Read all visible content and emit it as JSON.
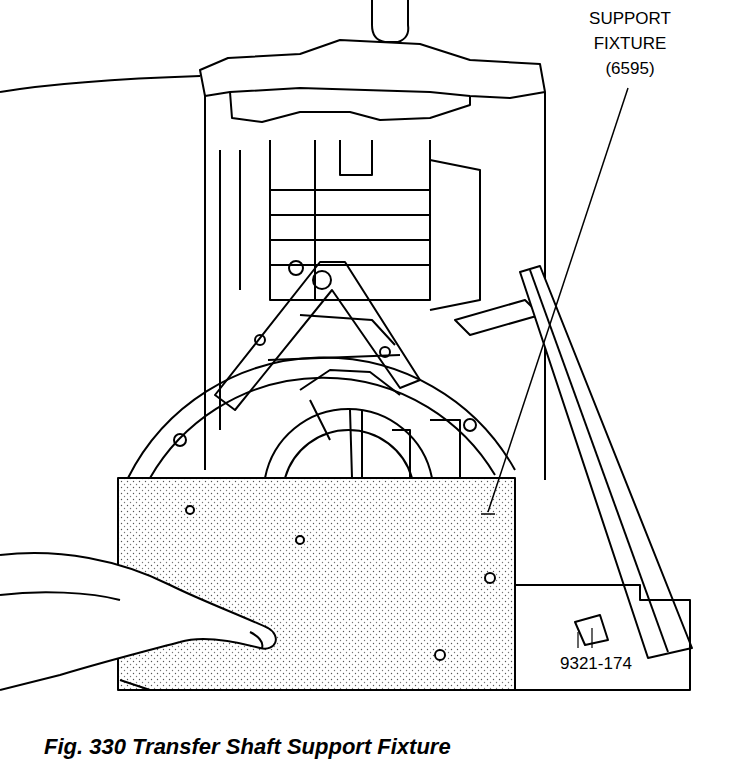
{
  "diagram": {
    "caption": "Fig. 330 Transfer Shaft Support Fixture",
    "labels": [
      "SUPPORT FIXTURE (6595)",
      "9321-174"
    ]
  }
}
